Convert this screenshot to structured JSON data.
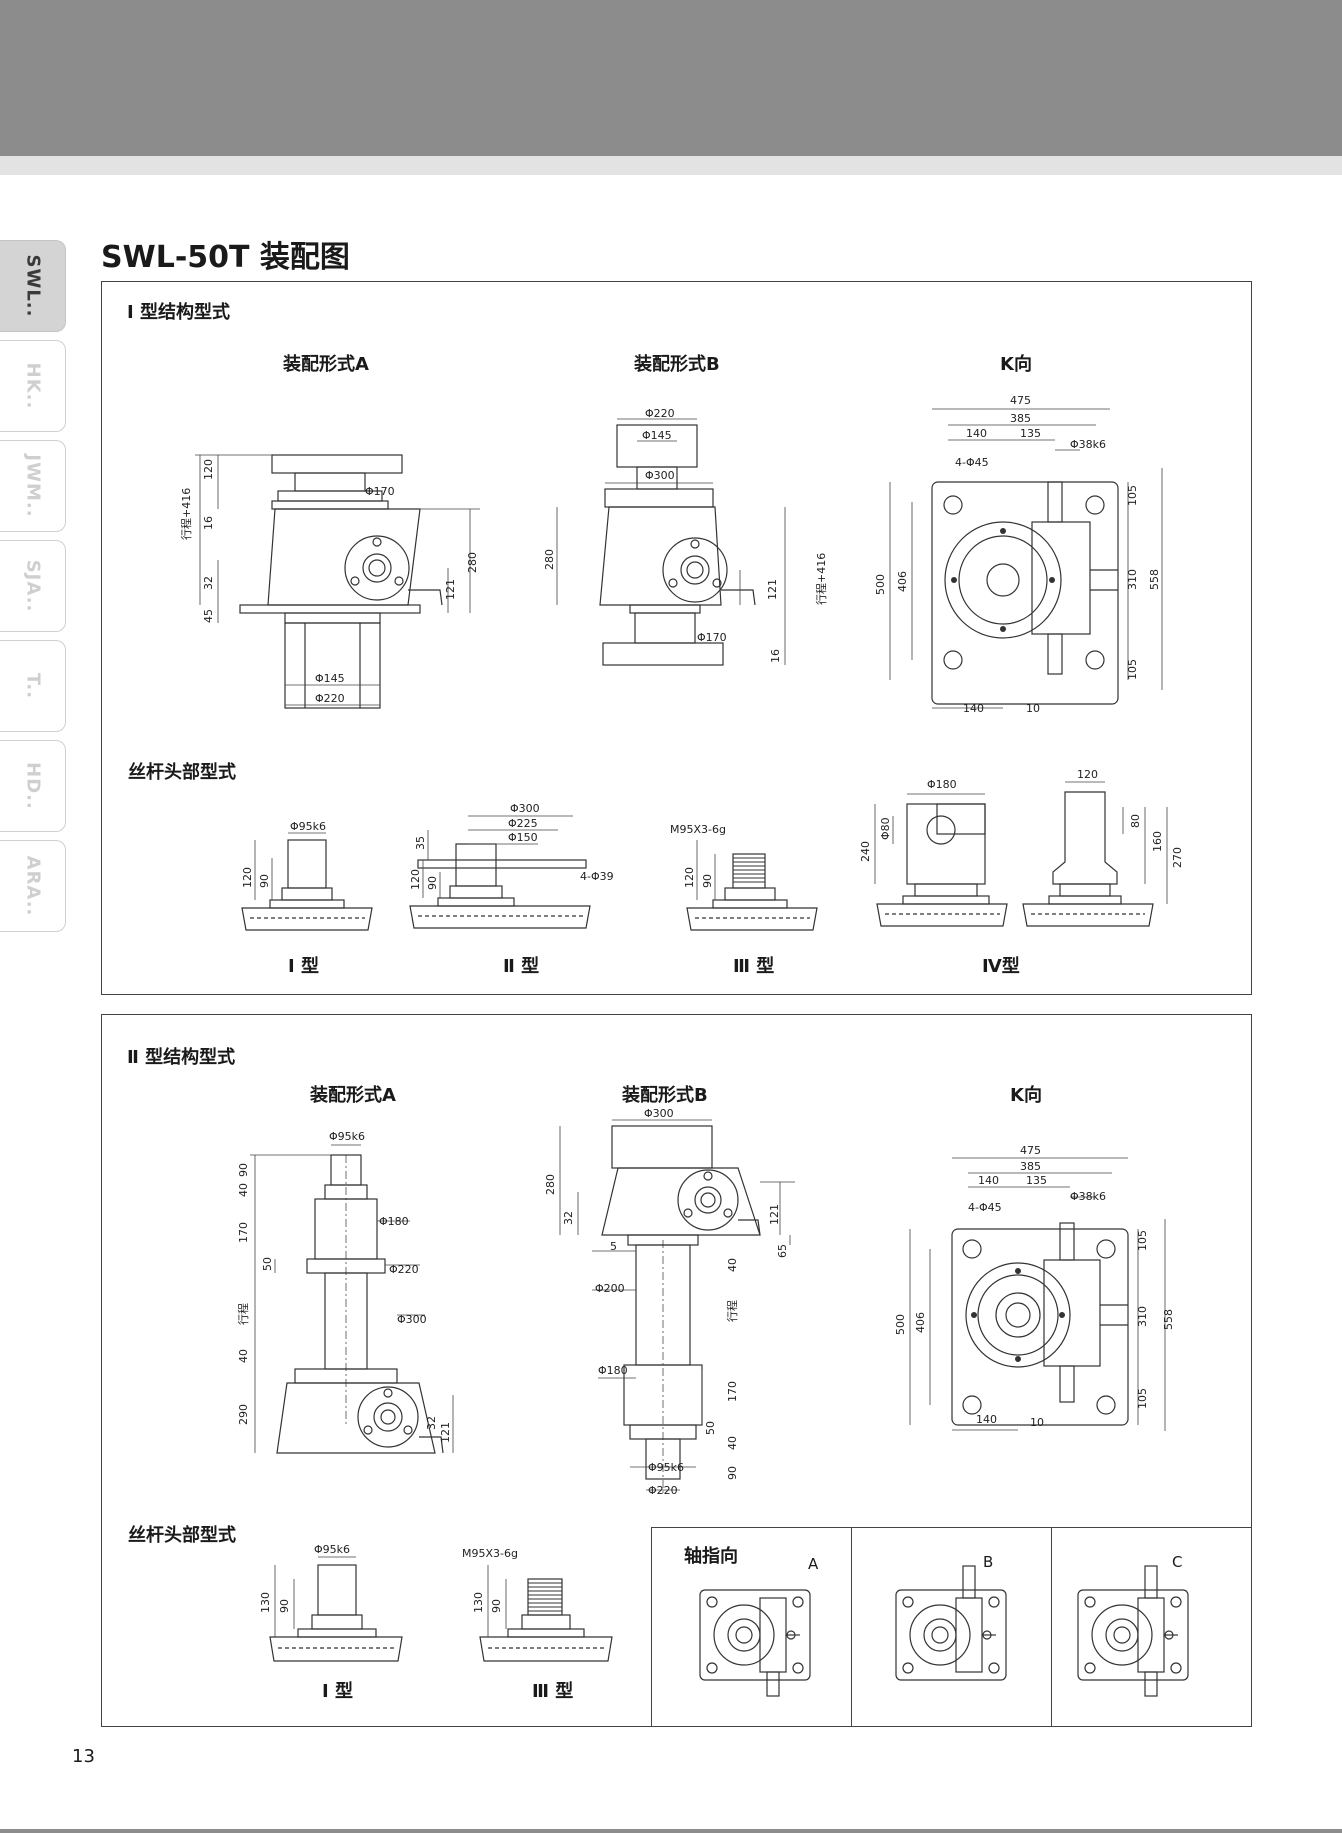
{
  "page": {
    "title": "SWL-50T 装配图",
    "page_number": "13"
  },
  "tabs": [
    "SWL..",
    "HK..",
    "JWM..",
    "SJA..",
    "T..",
    "HD..",
    "ARA.."
  ],
  "section1": {
    "heading": "Ⅰ 型结构型式",
    "form_a": "装配形式A",
    "form_b": "装配形式B",
    "k_view": "K向",
    "screw_head": "丝杆头部型式",
    "types": [
      "Ⅰ 型",
      "Ⅱ 型",
      "Ⅲ 型",
      "Ⅳ型"
    ],
    "dims_a": {
      "d1": "120",
      "d2": "16",
      "d3": "行程+416",
      "d4": "32",
      "d5": "45",
      "phi170": "Φ170",
      "d280": "280",
      "d121": "121",
      "phi145": "Φ145",
      "phi220": "Φ220"
    },
    "dims_b": {
      "phi220": "Φ220",
      "phi145": "Φ145",
      "phi300": "Φ300",
      "d280": "280",
      "d121": "121",
      "stroke": "行程+416",
      "phi170": "Φ170",
      "d16": "16"
    },
    "dims_k": {
      "d475": "475",
      "d385": "385",
      "d140": "140",
      "d135": "135",
      "phi38": "Φ38k6",
      "holes": "4-Φ45",
      "d500": "500",
      "d406": "406",
      "d105": "105",
      "d310": "310",
      "d558": "558",
      "d140b": "140",
      "d10": "10"
    },
    "dims_heads": {
      "t1": {
        "phi": "Φ95k6",
        "h1": "120",
        "h2": "90"
      },
      "t2": {
        "phi300": "Φ300",
        "phi225": "Φ225",
        "phi150": "Φ150",
        "h35": "35",
        "h120": "120",
        "h90": "90",
        "holes": "4-Φ39"
      },
      "t3": {
        "thread": "M95X3-6g",
        "h120": "120",
        "h90": "90"
      },
      "t4": {
        "phi180": "Φ180",
        "phi80": "Φ80",
        "h240": "240",
        "w120": "120",
        "h80": "80",
        "h160": "160",
        "h270": "270"
      }
    }
  },
  "section2": {
    "heading": "Ⅱ 型结构型式",
    "form_a": "装配形式A",
    "form_b": "装配形式B",
    "k_view": "K向",
    "screw_head": "丝杆头部型式",
    "types": [
      "Ⅰ 型",
      "Ⅲ 型"
    ],
    "axis_title": "轴指向",
    "axis_labels": [
      "A",
      "B",
      "C"
    ],
    "dims_a": {
      "phi95": "Φ95k6",
      "d90": "90",
      "d40": "40",
      "d170": "170",
      "phi180": "Φ180",
      "d50": "50",
      "phi220": "Φ220",
      "stroke": "行程",
      "phi300": "Φ300",
      "d40b": "40",
      "d290": "290",
      "d32": "32",
      "d121": "121"
    },
    "dims_b": {
      "phi300": "Φ300",
      "d280": "280",
      "d32": "32",
      "d121": "121",
      "d5": "5",
      "d65": "65",
      "d40": "40",
      "phi200": "Φ200",
      "stroke": "行程",
      "phi180": "Φ180",
      "d170": "170",
      "d50": "50",
      "d40b": "40",
      "d90": "90",
      "phi95": "Φ95k6",
      "phi220": "Φ220"
    },
    "dims_k": {
      "d475": "475",
      "d385": "385",
      "d140": "140",
      "d135": "135",
      "phi38": "Φ38k6",
      "holes": "4-Φ45",
      "d500": "500",
      "d406": "406",
      "d105": "105",
      "d310": "310",
      "d558": "558",
      "d140b": "140",
      "d10": "10"
    },
    "dims_heads": {
      "t1": {
        "phi": "Φ95k6",
        "h1": "130",
        "h2": "90"
      },
      "t3": {
        "thread": "M95X3-6g",
        "h1": "130",
        "h2": "90"
      }
    }
  }
}
